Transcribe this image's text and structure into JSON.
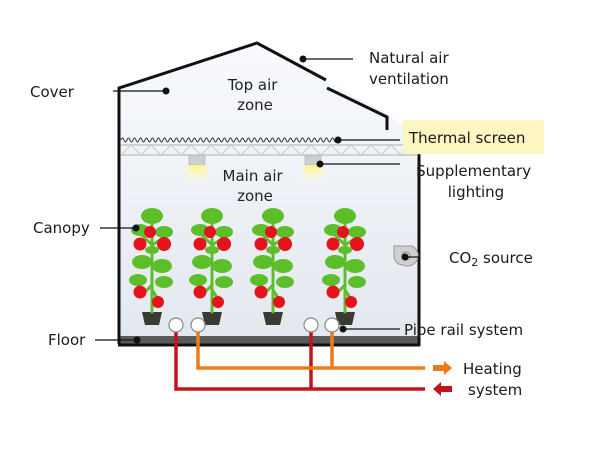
{
  "title": "Greenhouse climate system schematic",
  "labels": {
    "cover": "Cover",
    "natural_ventilation": [
      "Natural air",
      "ventilation"
    ],
    "top_air_zone": [
      "Top air",
      "zone"
    ],
    "thermal_screen": "Thermal screen",
    "supplementary_lighting": [
      "Supplementary",
      "lighting"
    ],
    "main_air_zone": [
      "Main air",
      "zone"
    ],
    "canopy": "Canopy",
    "co2_source": {
      "main": "CO",
      "subscript": "2",
      "suffix": " source"
    },
    "pipe_rail_system": "Pipe rail system",
    "floor": "Floor",
    "heating_system": [
      "Heating",
      "system"
    ]
  },
  "colors": {
    "outline": "#111111",
    "interior": "#eef2f7",
    "thermal_screen_highlight": "#fdf6c3",
    "pipe_supply": "#f07a1a",
    "pipe_return": "#c0141c",
    "plant_leaf": "#5cbf2a",
    "tomato": "#e3141b",
    "pot": "#3a3a34",
    "floor": "#5a5a5a",
    "lamp": "#cfcfcf",
    "lamp_glow": "#fff27a"
  },
  "plants_count": 4,
  "heating_flow": {
    "top_arrow": "outgoing",
    "bottom_arrow": "incoming"
  }
}
